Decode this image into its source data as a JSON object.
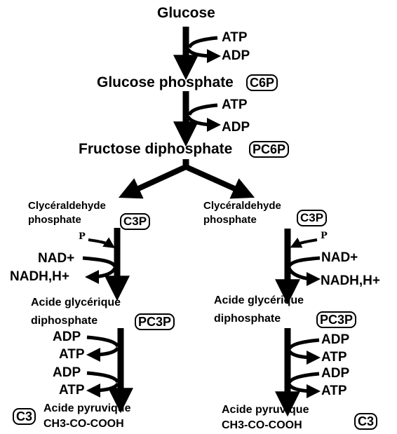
{
  "nodes": {
    "glucose": "Glucose",
    "glucose_phosphate": "Glucose phosphate",
    "fructose_diphosphate": "Fructose diphosphate",
    "glyceraldehyde_line1": "Clycéraldehyde",
    "glyceraldehyde_line2": "phosphate",
    "acide_glycerique_line1": "Acide glycérique",
    "acide_glycerique_line2": "diphosphate",
    "acide_pyruvique_line1": "Acide pyruvique",
    "acide_pyruvique_line2": "CH3-CO-COOH"
  },
  "badges": {
    "c6p": "C6P",
    "pc6p": "PC6P",
    "c3p": "C3P",
    "pc3p": "PC3P",
    "c3": "C3"
  },
  "cofactors": {
    "atp": "ATP",
    "adp": "ADP",
    "nad": "NAD+",
    "nadh": "NADH,H+",
    "p": "P"
  }
}
